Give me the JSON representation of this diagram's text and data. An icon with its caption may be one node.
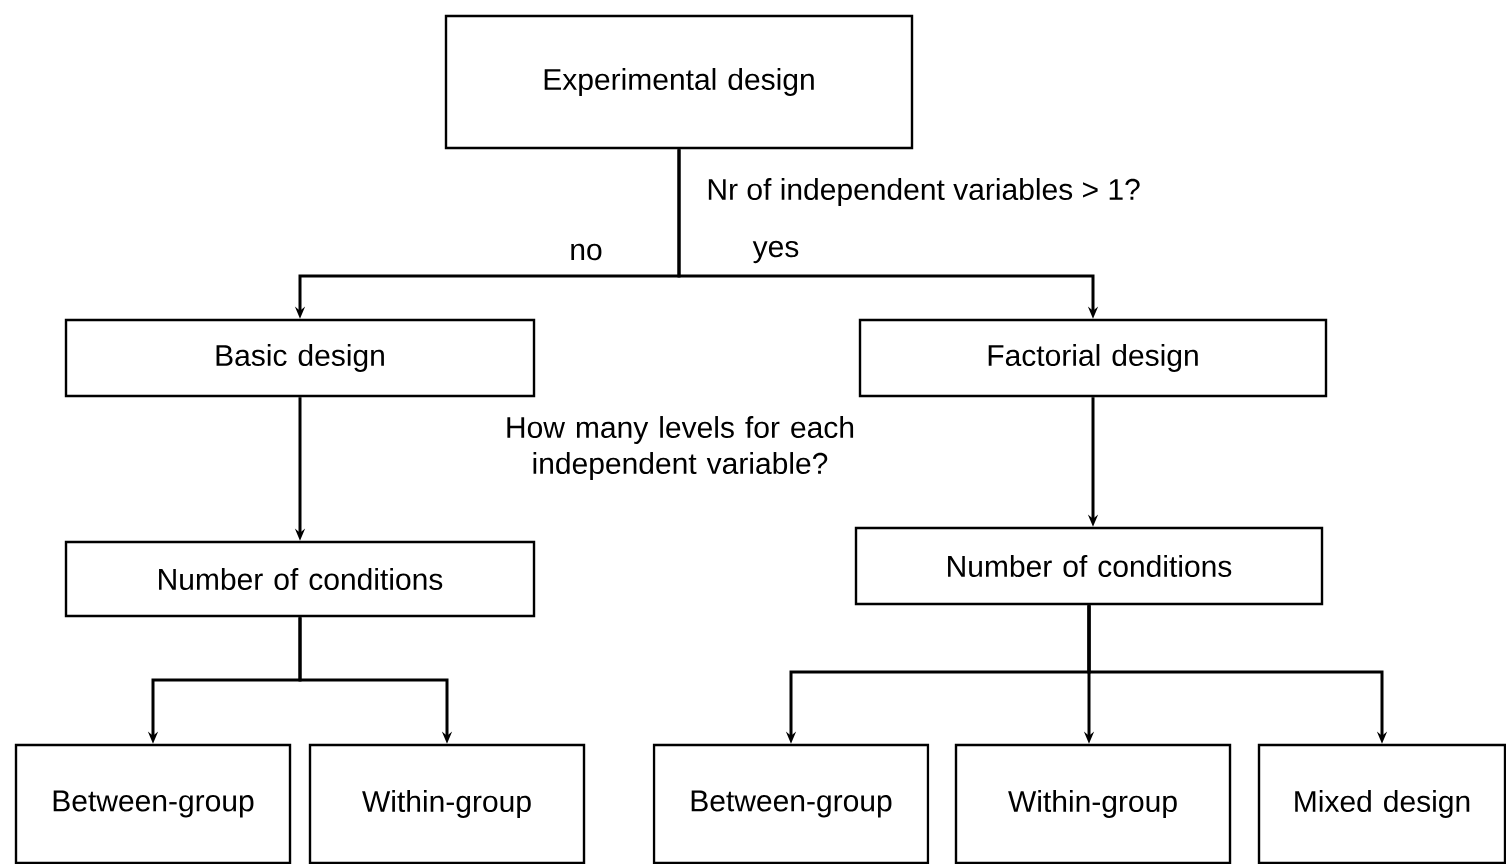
{
  "diagram": {
    "nodes": [
      {
        "text": [
          "Experimental design"
        ]
      },
      {
        "text": [
          "Basic design"
        ]
      },
      {
        "text": [
          "Factorial design"
        ]
      },
      {
        "text": [
          "Number of conditions"
        ]
      },
      {
        "text": [
          "Number of conditions"
        ]
      },
      {
        "text": [
          "Between-group"
        ]
      },
      {
        "text": [
          "Within-group"
        ]
      },
      {
        "text": [
          "Between-group"
        ]
      },
      {
        "text": [
          "Within-group"
        ]
      },
      {
        "text": [
          "Mixed design"
        ]
      }
    ],
    "edges": [
      {
        "from": 0,
        "to": 1,
        "arrow": "to",
        "label": "no"
      },
      {
        "from": 0,
        "to": 2,
        "arrow": "to",
        "label": "yes"
      },
      {
        "from": 1,
        "to": 3,
        "arrow": "to"
      },
      {
        "from": 2,
        "to": 4,
        "arrow": "to"
      },
      {
        "from": 3,
        "to": 5,
        "arrow": "to"
      },
      {
        "from": 3,
        "to": 6,
        "arrow": "to"
      },
      {
        "from": 4,
        "to": 7,
        "arrow": "to"
      },
      {
        "from": 4,
        "to": 8,
        "arrow": "to"
      },
      {
        "from": 4,
        "to": 9,
        "arrow": "to"
      }
    ],
    "labels": [
      "Nr of independent variables > 1?",
      "How many levels for each independent variable?"
    ]
  }
}
